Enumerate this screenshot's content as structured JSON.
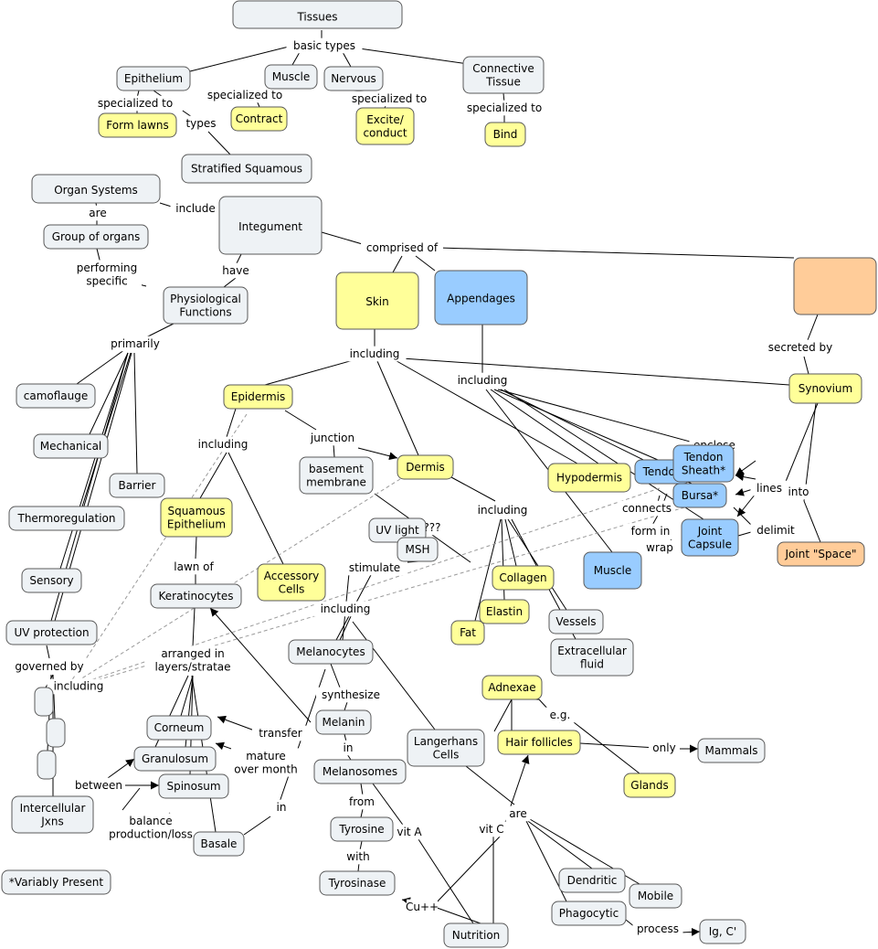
{
  "colors": {
    "default": "#eef2f5",
    "yellow": "#ffff99",
    "blue": "#99ccff",
    "orange": "#ffcc99",
    "highlight_red": "#dd0000",
    "highlight_tan": "#f5c78a",
    "highlight_lightblue": "#a8d4f0"
  },
  "nodes": [
    {
      "id": "tissues",
      "text": "Tissues",
      "color": "default"
    },
    {
      "id": "epithelium",
      "text": "Epithelium",
      "color": "default"
    },
    {
      "id": "muscle_t",
      "text": "Muscle",
      "color": "default"
    },
    {
      "id": "nervous",
      "text": "Nervous",
      "color": "default"
    },
    {
      "id": "connective",
      "text": "Connective\nTissue",
      "color": "default"
    },
    {
      "id": "form_lawns",
      "text": "Form lawns",
      "color": "yellow"
    },
    {
      "id": "contract",
      "text": "Contract",
      "color": "yellow"
    },
    {
      "id": "excite",
      "text": "Excite/\nconduct",
      "color": "yellow"
    },
    {
      "id": "bind",
      "text": "Bind",
      "color": "yellow"
    },
    {
      "id": "strat_sq",
      "text": "Stratified Squamous",
      "color": "default",
      "border": "highlight_red"
    },
    {
      "id": "organ_sys",
      "text": "Organ Systems",
      "color": "default"
    },
    {
      "id": "integument",
      "text": "Integument",
      "color": "default"
    },
    {
      "id": "group_org",
      "text": "Group of organs",
      "color": "default"
    },
    {
      "id": "phys_func",
      "text": "Physiological\nFunctions",
      "color": "default"
    },
    {
      "id": "skin",
      "text": "Skin",
      "color": "yellow"
    },
    {
      "id": "appendages",
      "text": "Appendages",
      "color": "blue"
    },
    {
      "id": "orange_box",
      "text": "",
      "color": "orange"
    },
    {
      "id": "synovium",
      "text": "Synovium",
      "color": "yellow",
      "border": "highlight_tan"
    },
    {
      "id": "camoflauge",
      "text": "camoflauge",
      "color": "default"
    },
    {
      "id": "mechanical",
      "text": "Mechanical",
      "color": "default"
    },
    {
      "id": "barrier",
      "text": "Barrier",
      "color": "default"
    },
    {
      "id": "thermo",
      "text": "Thermoregulation",
      "color": "default"
    },
    {
      "id": "sensory",
      "text": "Sensory",
      "color": "default"
    },
    {
      "id": "uvprot",
      "text": "UV protection",
      "color": "default"
    },
    {
      "id": "epidermis",
      "text": "Epidermis",
      "color": "yellow"
    },
    {
      "id": "basement",
      "text": "basement\nmembrane",
      "color": "default"
    },
    {
      "id": "dermis",
      "text": "Dermis",
      "color": "yellow"
    },
    {
      "id": "hypodermis",
      "text": "Hypodermis",
      "color": "yellow",
      "border": "highlight_lightblue"
    },
    {
      "id": "tendon",
      "text": "Tendon",
      "color": "blue"
    },
    {
      "id": "tendon_sheath",
      "text": "Tendon\nSheath*",
      "color": "blue"
    },
    {
      "id": "bursa",
      "text": "Bursa*",
      "color": "blue"
    },
    {
      "id": "joint_capsule",
      "text": "Joint\nCapsule",
      "color": "blue"
    },
    {
      "id": "muscle_a",
      "text": "Muscle",
      "color": "blue"
    },
    {
      "id": "joint_space",
      "text": "Joint \"Space\"",
      "color": "orange"
    },
    {
      "id": "sq_epi",
      "text": "Squamous\nEpithelium",
      "color": "yellow"
    },
    {
      "id": "accessory",
      "text": "Accessory\nCells",
      "color": "yellow"
    },
    {
      "id": "uvlight",
      "text": "UV light",
      "color": "default"
    },
    {
      "id": "msh",
      "text": "MSH",
      "color": "default"
    },
    {
      "id": "collagen",
      "text": "Collagen",
      "color": "yellow"
    },
    {
      "id": "elastin",
      "text": "Elastin",
      "color": "yellow"
    },
    {
      "id": "fat",
      "text": "Fat",
      "color": "yellow"
    },
    {
      "id": "vessels",
      "text": "Vessels",
      "color": "default"
    },
    {
      "id": "ecf",
      "text": "Extracellular\nfluid",
      "color": "default"
    },
    {
      "id": "keratinocytes",
      "text": "Keratinocytes",
      "color": "default"
    },
    {
      "id": "melanocytes",
      "text": "Melanocytes",
      "color": "default"
    },
    {
      "id": "adnexae",
      "text": "Adnexae",
      "color": "yellow"
    },
    {
      "id": "melanin",
      "text": "Melanin",
      "color": "default"
    },
    {
      "id": "melanosomes",
      "text": "Melanosomes",
      "color": "default"
    },
    {
      "id": "langerhans",
      "text": "Langerhans\nCells",
      "color": "default"
    },
    {
      "id": "hair",
      "text": "Hair follicles",
      "color": "yellow"
    },
    {
      "id": "mammals",
      "text": "Mammals",
      "color": "default"
    },
    {
      "id": "glands",
      "text": "Glands",
      "color": "yellow"
    },
    {
      "id": "corneum",
      "text": "Corneum",
      "color": "default"
    },
    {
      "id": "granulosum",
      "text": "Granulosum",
      "color": "default"
    },
    {
      "id": "spinosum",
      "text": "Spinosum",
      "color": "default"
    },
    {
      "id": "basale",
      "text": "Basale",
      "color": "default"
    },
    {
      "id": "tyrosine",
      "text": "Tyrosine",
      "color": "default"
    },
    {
      "id": "tyrosinase",
      "text": "Tyrosinase",
      "color": "default"
    },
    {
      "id": "dendritic",
      "text": "Dendritic",
      "color": "default"
    },
    {
      "id": "mobile",
      "text": "Mobile",
      "color": "default"
    },
    {
      "id": "phagocytic",
      "text": "Phagocytic",
      "color": "default"
    },
    {
      "id": "igc",
      "text": "Ig, C'",
      "color": "default"
    },
    {
      "id": "nutrition",
      "text": "Nutrition",
      "color": "default"
    },
    {
      "id": "intercell",
      "text": "Intercellular\nJxns",
      "color": "default"
    },
    {
      "id": "variably",
      "text": "*Variably Present",
      "color": "default"
    },
    {
      "id": "sb1",
      "text": "",
      "color": "default"
    },
    {
      "id": "sb2",
      "text": "",
      "color": "default"
    },
    {
      "id": "sb3",
      "text": "",
      "color": "default"
    }
  ],
  "labels": [
    {
      "id": "l_basic_types",
      "text": "basic types"
    },
    {
      "id": "l_spec1",
      "text": "specialized to"
    },
    {
      "id": "l_types",
      "text": "types"
    },
    {
      "id": "l_spec2",
      "text": "specialized to"
    },
    {
      "id": "l_spec3",
      "text": "specialized to"
    },
    {
      "id": "l_spec4",
      "text": "specialized to"
    },
    {
      "id": "l_include",
      "text": "include"
    },
    {
      "id": "l_are",
      "text": "are"
    },
    {
      "id": "l_performing",
      "text": "performing\nspecific"
    },
    {
      "id": "l_have",
      "text": "have"
    },
    {
      "id": "l_comprised",
      "text": "comprised of"
    },
    {
      "id": "l_secreted",
      "text": "secreted by"
    },
    {
      "id": "l_primarily",
      "text": "primarily"
    },
    {
      "id": "l_including_skin",
      "text": "including"
    },
    {
      "id": "l_including_app",
      "text": "including"
    },
    {
      "id": "l_including_epi",
      "text": "including"
    },
    {
      "id": "l_junction",
      "text": "junction"
    },
    {
      "id": "l_including_der",
      "text": "including"
    },
    {
      "id": "l_enclose",
      "text": "enclose"
    },
    {
      "id": "l_lines",
      "text": "lines"
    },
    {
      "id": "l_into",
      "text": "into"
    },
    {
      "id": "l_connects",
      "text": "connects"
    },
    {
      "id": "l_formin",
      "text": "form in"
    },
    {
      "id": "l_wrap",
      "text": "wrap"
    },
    {
      "id": "l_delimit",
      "text": "delimit"
    },
    {
      "id": "l_q",
      "text": "???"
    },
    {
      "id": "l_stimulate",
      "text": "stimulate"
    },
    {
      "id": "l_lawnof",
      "text": "lawn of"
    },
    {
      "id": "l_including_mel",
      "text": "including"
    },
    {
      "id": "l_arranged",
      "text": "arranged in\nlayers/stratae"
    },
    {
      "id": "l_governed",
      "text": "governed by"
    },
    {
      "id": "l_including_gov",
      "text": "including"
    },
    {
      "id": "l_synthesize",
      "text": "synthesize"
    },
    {
      "id": "l_eg",
      "text": "e.g."
    },
    {
      "id": "l_in1",
      "text": "in"
    },
    {
      "id": "l_transfer",
      "text": "transfer"
    },
    {
      "id": "l_mature",
      "text": "mature\nover month"
    },
    {
      "id": "l_only",
      "text": "only"
    },
    {
      "id": "l_between",
      "text": "between"
    },
    {
      "id": "l_in2",
      "text": "in"
    },
    {
      "id": "l_from",
      "text": "from"
    },
    {
      "id": "l_vitA",
      "text": "vit A"
    },
    {
      "id": "l_vitC",
      "text": "vit C"
    },
    {
      "id": "l_are2",
      "text": "are"
    },
    {
      "id": "l_balance",
      "text": "balance\nproduction/loss"
    },
    {
      "id": "l_with",
      "text": "with"
    },
    {
      "id": "l_cu",
      "text": "Cu++"
    },
    {
      "id": "l_process",
      "text": "process"
    }
  ]
}
